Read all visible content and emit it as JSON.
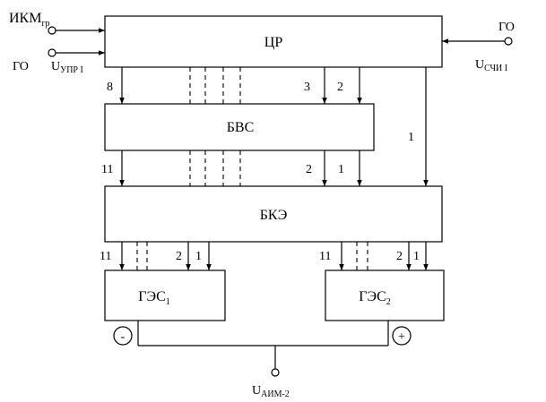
{
  "blocks": {
    "cr": "ЦР",
    "bvs": "БВС",
    "bke": "БКЭ",
    "ges1_main": "ГЭС",
    "ges1_sub": "1",
    "ges2_main": "ГЭС",
    "ges2_sub": "2"
  },
  "inputs": {
    "ikm_main": "ИКМ",
    "ikm_sub": "гр",
    "go_left": "ГО",
    "u_upr_main": "U",
    "u_upr_sub": "УПР I",
    "go_right": "ГО",
    "u_schi_main": "U",
    "u_schi_sub": "СЧИ I"
  },
  "output": {
    "u_aim_main": "U",
    "u_aim_sub": "АИМ-2"
  },
  "polarity": {
    "minus": "-",
    "plus": "+"
  },
  "bus_labels": {
    "cr_bvs_8": "8",
    "cr_bvs_3": "3",
    "cr_bvs_2": "2",
    "cr_bke_1": "1",
    "bvs_bke_11": "11",
    "bvs_bke_2": "2",
    "bvs_bke_1": "1",
    "bke_ges1_11": "11",
    "bke_ges1_2": "2",
    "bke_ges1_1": "1",
    "bke_ges2_11": "11",
    "bke_ges2_2": "2",
    "bke_ges2_1": "1"
  }
}
